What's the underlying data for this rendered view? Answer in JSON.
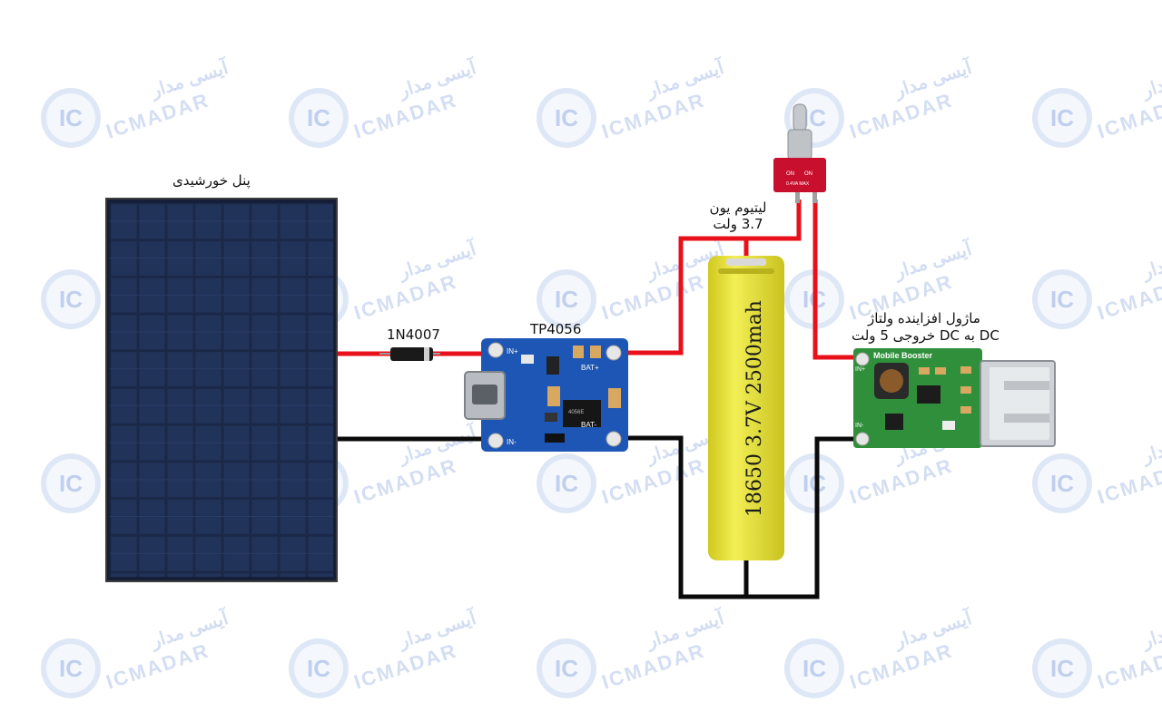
{
  "labels": {
    "solar_panel": "پنل خورشیدی",
    "diode": "1N4007",
    "charger": "TP4056",
    "battery_line1": "لیتیوم یون",
    "battery_line2": "3.7 ولت",
    "booster_line1": "ماژول افزاینده ولتاژ",
    "booster_line2": "DC به DC خروجی 5 ولت"
  },
  "battery": {
    "marking": "18650 3.7V 2500mah"
  },
  "charger_board": {
    "in_plus": "IN+",
    "in_minus": "IN-",
    "bat_plus": "BAT+",
    "bat_minus": "BAT-",
    "chip": "4056E"
  },
  "booster_board": {
    "title": "Mobile Booster",
    "in_plus": "IN+",
    "in_minus": "IN-"
  },
  "switch": {
    "on_left": "ON",
    "on_right": "ON",
    "rating": "0.4VA MAX"
  },
  "watermark": {
    "logo": "IC",
    "text": "ICMADAR",
    "text_fa": "آیسی مدار"
  },
  "colors": {
    "wire_positive": "#e8101a",
    "wire_negative": "#0a0a0a",
    "panel": "#1d2a4a",
    "charger_pcb": "#1d56b4",
    "booster_pcb": "#2f8f3a",
    "battery": "#e6e23a",
    "switch_body": "#c8102e"
  }
}
